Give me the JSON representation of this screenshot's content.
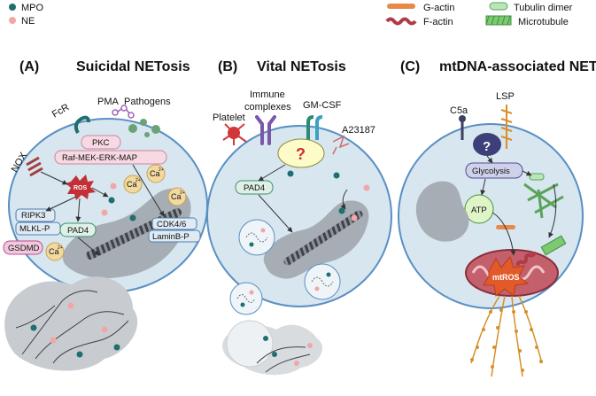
{
  "legend": {
    "mpo": "MPO",
    "ne": "NE",
    "g_actin": "G-actin",
    "f_actin": "F-actin",
    "tubulin_dimer": "Tubulin dimer",
    "microtubule": "Microtubule"
  },
  "panels": {
    "a": {
      "letter": "(A)",
      "title": "Suicidal NETosis",
      "fcr": "FcR",
      "pma": "PMA",
      "pathogens": "Pathogens",
      "nox": "NOX",
      "pkc": "PKC",
      "raf": "Raf-MEK-ERK-MAP",
      "ros": "ROS",
      "ca": "Ca",
      "ca_sup": "2+",
      "ripk3": "RIPK3",
      "mlkl": "MLKL-P",
      "gsdmd": "GSDMD",
      "pad4": "PAD4",
      "cdk": "CDK4/6",
      "lamin": "LaminB-P"
    },
    "b": {
      "letter": "(B)",
      "title": "Vital NETosis",
      "platelet": "Platelet",
      "immune_1": "Immune",
      "immune_2": "complexes",
      "gmcsf": "GM-CSF",
      "a23187": "A23187",
      "question": "?",
      "pad4": "PAD4"
    },
    "c": {
      "letter": "(C)",
      "title": "mtDNA-associated NETs",
      "c5a": "C5a",
      "lsp": "LSP",
      "question": "?",
      "glycolysis": "Glycolysis",
      "atp": "ATP",
      "mtros": "mtROS"
    }
  },
  "colors": {
    "cell_fill": "#d7e6ef",
    "cell_stroke": "#5a8fc4",
    "nucleus": "#a7adb4",
    "mpo": "#1f6f70",
    "ne": "#f2a6a6",
    "box_fill": "#dfeaf3",
    "box_stroke": "#4e7fb3",
    "pink_box": "#f7d9e3",
    "ros": "#c42f36",
    "mito": "#b6525e",
    "mtdna": "#d6902a"
  }
}
